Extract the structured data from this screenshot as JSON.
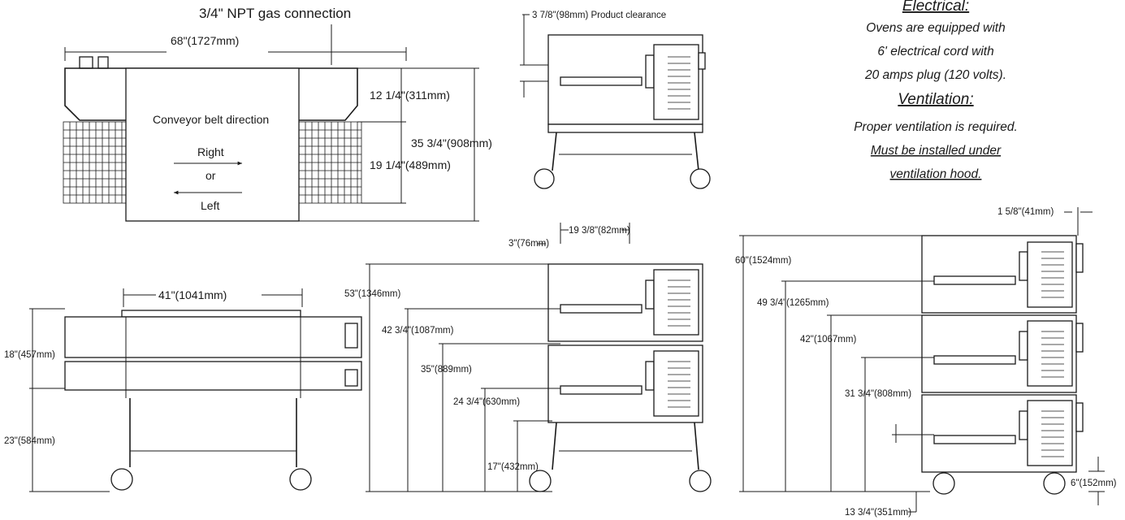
{
  "top_view": {
    "gas_connection": "3/4\" NPT gas connection",
    "width": "68\"(1727mm)",
    "depth_top": "12 1/4\"(311mm)",
    "depth_total": "35 3/4\"(908mm)",
    "belt_width": "19 1/4\"(489mm)",
    "belt_direction": "Conveyor belt direction",
    "right": "Right",
    "or": "or",
    "left": "Left"
  },
  "single_side": {
    "clearance": "3 7/8\"(98mm) Product clearance"
  },
  "front_view": {
    "length": "41\"(1041mm)",
    "oven_height": "18\"(457mm)",
    "stand_height": "23\"(584mm)"
  },
  "double_view": {
    "top_offset": "19 3/8\"(82mm)",
    "side_offset": "3\"(76mm)",
    "total_height": "53\"(1346mm)",
    "h1": "42 3/4\"(1087mm)",
    "h2": "35\"(889mm)",
    "h3": "24 3/4\"(630mm)",
    "h4": "17\"(432mm)"
  },
  "triple_view": {
    "side_offset": "1 5/8\"(41mm)",
    "total_height": "60\"(1524mm)",
    "h1": "49 3/4\"(1265mm)",
    "h2": "42\"(1067mm)",
    "h3": "31 3/4\"(808mm)",
    "h4": "13 3/4\"(351mm)",
    "h5": "6\"(152mm)"
  },
  "notes": {
    "electrical_title": "Electrical:",
    "electrical_lines": [
      "Ovens are equipped with",
      "6' electrical cord with",
      "20 amps plug (120 volts)."
    ],
    "ventilation_title": "Ventilation:",
    "ventilation_line": "Proper ventilation is required.",
    "ventilation_under": [
      "Must be installed under",
      "ventilation hood."
    ]
  }
}
